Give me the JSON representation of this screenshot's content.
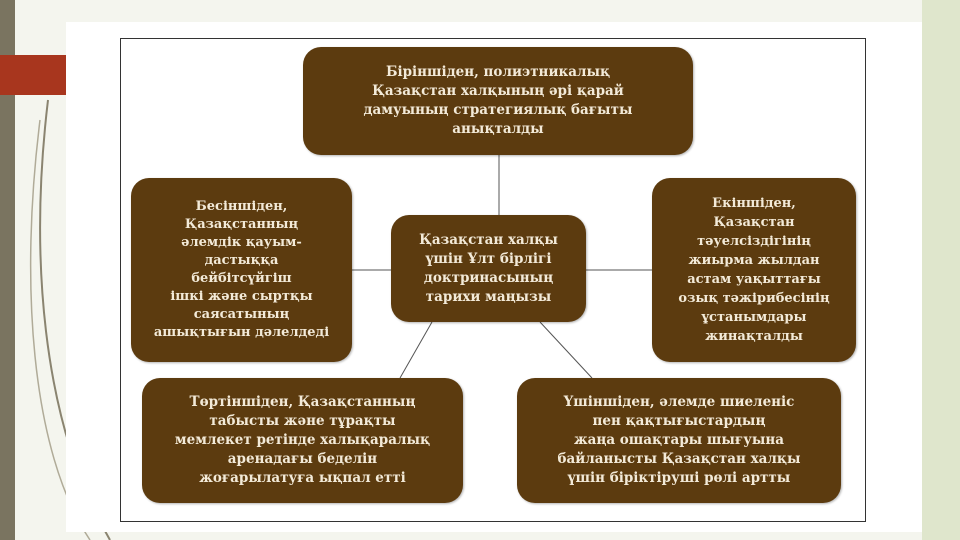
{
  "diagram": {
    "center": "Қазақстан халқы\nүшін Ұлт бірлігі\nдоктринасының\nтарихи маңызы",
    "top": "Біріншіден, полиэтникалық\nҚазақстан халқының әрі қарай\nдамуының стратегиялық бағыты\nанықталды",
    "right": "Екіншіден,\nҚазақстан\nтәуелсіздігінің\nжиырма жылдан\nастам уақыттағы\nозық тәжірибесінің\nұстанымдары\nжинақталды",
    "bottom_right": "Үшіншіден, әлемде шиеленіс\nпен қақтығыстардың\nжаңа ошақтары шығуына\nбайланысты Қазақстан халқы\nүшін біріктіруші рөлі артты",
    "bottom_left": "Төртіншіден, Қазақстанның\nтабысты және тұрақты\nмемлекет ретінде халықаралық\nаренадағы беделін\nжоғарылатуға ықпал етті",
    "left": "Бесіншіден,\nҚазақстанның\nәлемдік қауым-\nдастыққа\nбейбітсүйгіш\nішкі және сыртқы\nсаясатының\nашықтығын дәлелдеді"
  },
  "colors": {
    "box": "#5c3b0f",
    "text": "#f3ead8",
    "accent": "#a8361e"
  }
}
